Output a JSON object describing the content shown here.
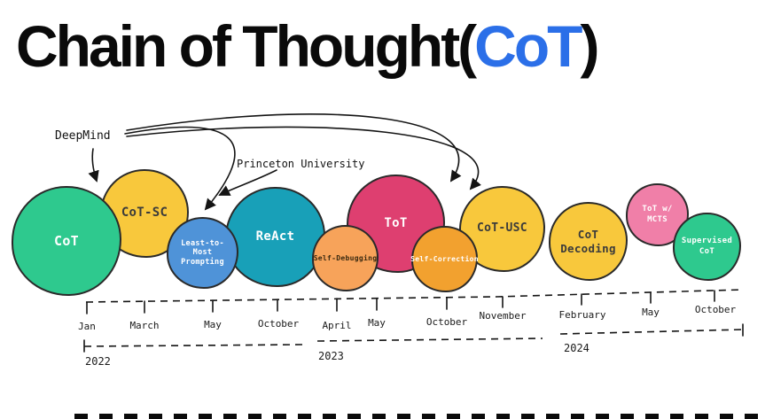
{
  "title": {
    "prefix": "Chain of Thought(",
    "highlight": "CoT",
    "suffix": ")",
    "highlight_color": "#2b6fe8",
    "text_color": "#0a0a0a"
  },
  "annotations": {
    "deepmind": "DeepMind",
    "princeton": "Princeton University"
  },
  "bubbles": [
    {
      "label": "CoT",
      "color": "#2ec98e",
      "text_color": "#ffffff"
    },
    {
      "label": "CoT-SC",
      "color": "#f8c83c",
      "text_color": "#3b3b3b"
    },
    {
      "label": "Least-to-Most Prompting",
      "color": "#4f93d8",
      "text_color": "#ffffff"
    },
    {
      "label": "ReAct",
      "color": "#18a0b8",
      "text_color": "#ffffff"
    },
    {
      "label": "Self-Debugging",
      "color": "#f7a35a",
      "text_color": "#3b2a10"
    },
    {
      "label": "ToT",
      "color": "#de3f70",
      "text_color": "#ffffff"
    },
    {
      "label": "Self-Correction",
      "color": "#f2a12f",
      "text_color": "#ffffff"
    },
    {
      "label": "CoT-USC",
      "color": "#f8c83c",
      "text_color": "#3b3b3b"
    },
    {
      "label": "CoT Decoding",
      "color": "#f8c83c",
      "text_color": "#3b3b3b"
    },
    {
      "label": "ToT w/ MCTS",
      "color": "#f07fa8",
      "text_color": "#ffffff"
    },
    {
      "label": "Supervised CoT",
      "color": "#2ec98e",
      "text_color": "#ffffff"
    }
  ],
  "timeline": {
    "months": [
      "Jan",
      "March",
      "May",
      "October",
      "April",
      "May",
      "October",
      "November",
      "February",
      "May",
      "October"
    ],
    "years": [
      "2022",
      "2023",
      "2024"
    ]
  }
}
